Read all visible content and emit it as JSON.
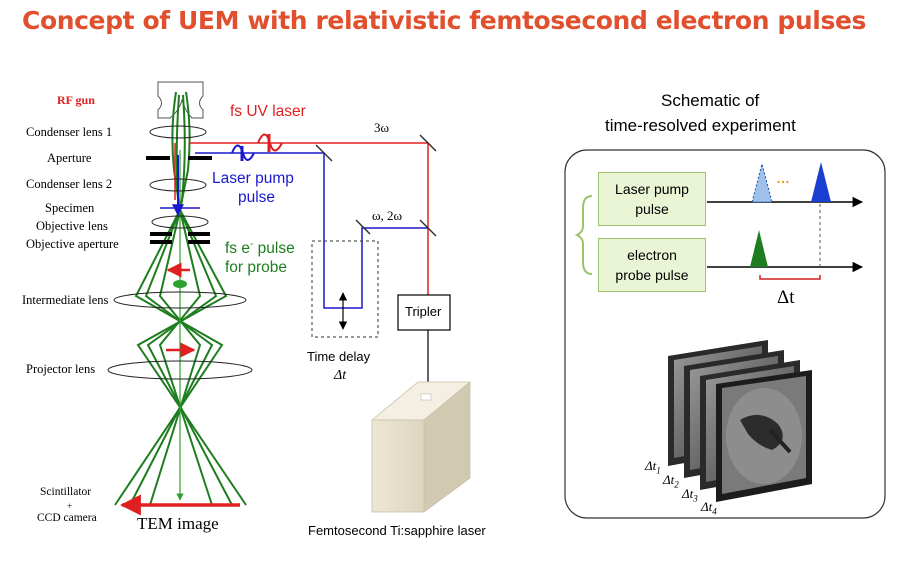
{
  "title": "Concept of UEM with relativistic femtosecond electron pulses",
  "column_labels": {
    "rf_gun": "RF gun",
    "condenser_lens_1": "Condenser lens 1",
    "aperture": "Aperture",
    "condenser_lens_2": "Condenser lens 2",
    "specimen": "Specimen",
    "objective_lens": "Objective lens",
    "objective_aperture": "Objective aperture",
    "intermediate_lens": "Intermediate lens",
    "projector_lens": "Projector lens",
    "scintillator": "Scintillator",
    "plus": "+",
    "ccd_camera": "CCD camera",
    "tem_image": "TEM image"
  },
  "beam_labels": {
    "fs_uv_laser": "fs UV laser",
    "laser_pump_line1": "Laser pump",
    "laser_pump_line2": "pulse",
    "fs_e_pulse_prefix": "fs e",
    "fs_e_pulse_sup": "-",
    "fs_e_pulse_suffix": " pulse",
    "for_probe": "for probe",
    "three_omega": "3ω",
    "omega_two_omega": "ω, 2ω",
    "tripler": "Tripler",
    "time_delay": "Time delay",
    "delta_t": "Δt",
    "laser_source": "Femtosecond Ti:sapphire laser"
  },
  "schematic": {
    "title_line1": "Schematic of",
    "title_line2": "time-resolved experiment",
    "pump_box_line1": "Laser pump",
    "pump_box_line2": "pulse",
    "probe_box_line1": "electron",
    "probe_box_line2": "probe pulse",
    "ellipsis": "…",
    "delta_t": "Δt",
    "frame_labels": [
      {
        "base": "Δt",
        "sub": "1"
      },
      {
        "base": "Δt",
        "sub": "2"
      },
      {
        "base": "Δt",
        "sub": "3"
      },
      {
        "base": "Δt",
        "sub": "4"
      }
    ]
  },
  "colors": {
    "title": "#e0502e",
    "uv_laser": "#e02020",
    "pump_laser": "#1a1acd",
    "electron_beam": "#1e7d1e",
    "box_fill": "#eaf5d6",
    "box_border": "#9cc26a"
  }
}
